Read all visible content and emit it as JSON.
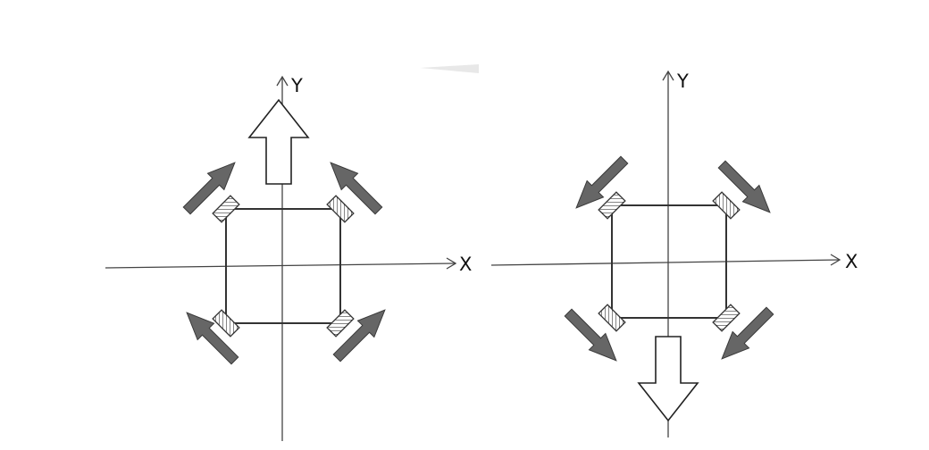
{
  "colors": {
    "background": "#ffffff",
    "axis": "#444444",
    "body_outline": "#333333",
    "roller_arrow_fill": "#666666",
    "roller_arrow_stroke": "#3a3a3a",
    "motion_arrow_fill": "#ffffff",
    "motion_arrow_stroke": "#222222",
    "wheel_fill": "#ffffff",
    "wheel_stroke": "#333333"
  },
  "panels": [
    {
      "axis_labels": {
        "x": "X",
        "y": "Y"
      },
      "motion_direction": "up",
      "wheel_force_directions": [
        "up-right",
        "up-left",
        "up-left",
        "up-right"
      ]
    },
    {
      "axis_labels": {
        "x": "X",
        "y": "Y"
      },
      "motion_direction": "down",
      "wheel_force_directions": [
        "down-left",
        "down-right",
        "down-right",
        "down-left"
      ]
    }
  ]
}
